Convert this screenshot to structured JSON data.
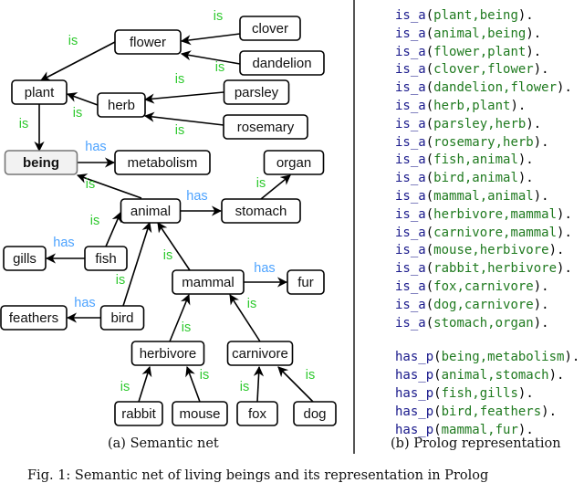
{
  "colors": {
    "is": "#2ec92e",
    "has": "#4da3ff",
    "predicate": "#1a1a8c",
    "argument": "#1f7a1f"
  },
  "semantic_net": {
    "nodes": {
      "clover": "clover",
      "flower": "flower",
      "dandelion": "dandelion",
      "plant": "plant",
      "herb": "herb",
      "parsley": "parsley",
      "rosemary": "rosemary",
      "being": "being",
      "metabolism": "metabolism",
      "organ": "organ",
      "animal": "animal",
      "stomach": "stomach",
      "gills": "gills",
      "fish": "fish",
      "mammal": "mammal",
      "fur": "fur",
      "feathers": "feathers",
      "bird": "bird",
      "herbivore": "herbivore",
      "carnivore": "carnivore",
      "rabbit": "rabbit",
      "mouse": "mouse",
      "fox": "fox",
      "dog": "dog"
    },
    "edges": [
      {
        "from": "clover",
        "to": "flower",
        "label": "is"
      },
      {
        "from": "dandelion",
        "to": "flower",
        "label": "is"
      },
      {
        "from": "flower",
        "to": "plant",
        "label": "is"
      },
      {
        "from": "parsley",
        "to": "herb",
        "label": "is"
      },
      {
        "from": "rosemary",
        "to": "herb",
        "label": "is"
      },
      {
        "from": "herb",
        "to": "plant",
        "label": "is"
      },
      {
        "from": "plant",
        "to": "being",
        "label": "is"
      },
      {
        "from": "being",
        "to": "metabolism",
        "label": "has"
      },
      {
        "from": "animal",
        "to": "being",
        "label": "is"
      },
      {
        "from": "animal",
        "to": "stomach",
        "label": "has"
      },
      {
        "from": "stomach",
        "to": "organ",
        "label": "is"
      },
      {
        "from": "fish",
        "to": "animal",
        "label": "is"
      },
      {
        "from": "fish",
        "to": "gills",
        "label": "has"
      },
      {
        "from": "bird",
        "to": "animal",
        "label": "is"
      },
      {
        "from": "bird",
        "to": "feathers",
        "label": "has"
      },
      {
        "from": "mammal",
        "to": "animal",
        "label": "is"
      },
      {
        "from": "mammal",
        "to": "fur",
        "label": "has"
      },
      {
        "from": "herbivore",
        "to": "mammal",
        "label": "is"
      },
      {
        "from": "carnivore",
        "to": "mammal",
        "label": "is"
      },
      {
        "from": "rabbit",
        "to": "herbivore",
        "label": "is"
      },
      {
        "from": "mouse",
        "to": "herbivore",
        "label": "is"
      },
      {
        "from": "fox",
        "to": "carnivore",
        "label": "is"
      },
      {
        "from": "dog",
        "to": "carnivore",
        "label": "is"
      }
    ]
  },
  "prolog": {
    "open": "(",
    "close": ").",
    "is_a": [
      {
        "pred": "is_a",
        "args": "plant,being"
      },
      {
        "pred": "is_a",
        "args": "animal,being"
      },
      {
        "pred": "is_a",
        "args": "flower,plant"
      },
      {
        "pred": "is_a",
        "args": "clover,flower"
      },
      {
        "pred": "is_a",
        "args": "dandelion,flower"
      },
      {
        "pred": "is_a",
        "args": "herb,plant"
      },
      {
        "pred": "is_a",
        "args": "parsley,herb"
      },
      {
        "pred": "is_a",
        "args": "rosemary,herb"
      },
      {
        "pred": "is_a",
        "args": "fish,animal"
      },
      {
        "pred": "is_a",
        "args": "bird,animal"
      },
      {
        "pred": "is_a",
        "args": "mammal,animal"
      },
      {
        "pred": "is_a",
        "args": "herbivore,mammal"
      },
      {
        "pred": "is_a",
        "args": "carnivore,mammal"
      },
      {
        "pred": "is_a",
        "args": "mouse,herbivore"
      },
      {
        "pred": "is_a",
        "args": "rabbit,herbivore"
      },
      {
        "pred": "is_a",
        "args": "fox,carnivore"
      },
      {
        "pred": "is_a",
        "args": "dog,carnivore"
      },
      {
        "pred": "is_a",
        "args": "stomach,organ"
      }
    ],
    "has_p": [
      {
        "pred": "has_p",
        "args": "being,metabolism"
      },
      {
        "pred": "has_p",
        "args": "animal,stomach"
      },
      {
        "pred": "has_p",
        "args": "fish,gills"
      },
      {
        "pred": "has_p",
        "args": "bird,feathers"
      },
      {
        "pred": "has_p",
        "args": "mammal,fur"
      }
    ]
  },
  "captions": {
    "a": "(a) Semantic net",
    "b": "(b) Prolog representation",
    "figure": "Fig. 1: Semantic net of living beings and its representation in Prolog"
  }
}
